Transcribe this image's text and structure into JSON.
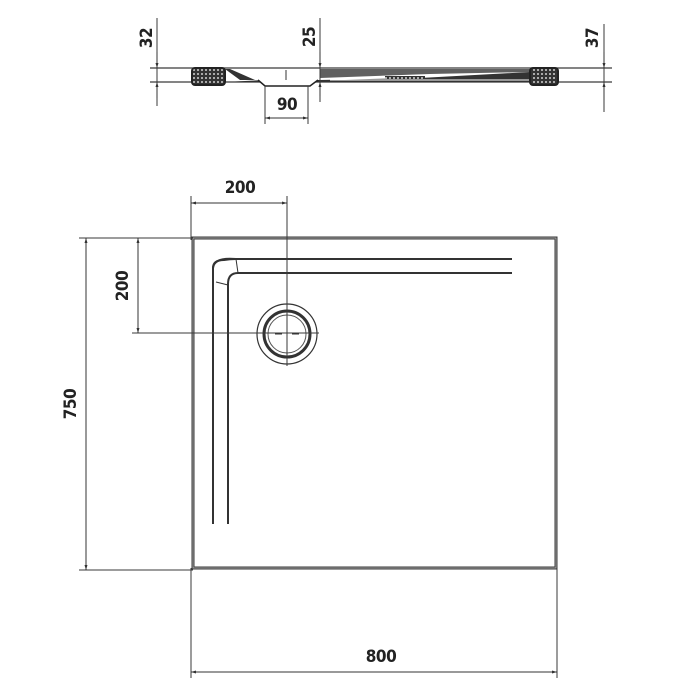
{
  "drawing": {
    "title": "Shower tray technical drawing",
    "colors": {
      "line": "#3a3a3a",
      "dark": "#222222",
      "background": "#ffffff"
    }
  },
  "side_view": {
    "dimensions": {
      "left_height": "32",
      "center_height": "25",
      "drain_width": "90",
      "right_height": "37"
    }
  },
  "top_view": {
    "dimensions": {
      "drain_offset_x": "200",
      "drain_offset_y": "200",
      "depth": "750",
      "width": "800"
    }
  }
}
